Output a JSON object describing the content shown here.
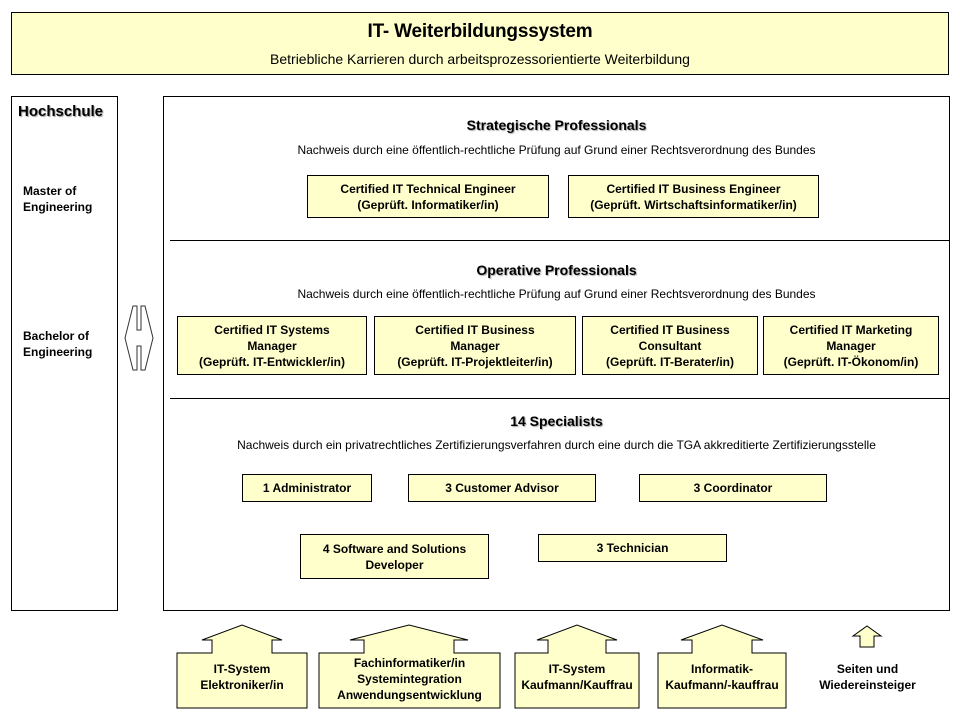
{
  "header": {
    "title": "IT- Weiterbildungssystem",
    "subtitle": "Betriebliche Karrieren durch arbeitsprozessorientierte Weiterbildung"
  },
  "hochschule": {
    "title": "Hochschule",
    "degrees": [
      {
        "line1": "Master of",
        "line2": "Engineering"
      },
      {
        "line1": "Bachelor of",
        "line2": "Engineering"
      }
    ],
    "connector_icon": "double-arrow-icon"
  },
  "sections": {
    "strategic": {
      "title": "Strategische Professionals",
      "subtitle": "Nachweis durch eine öffentlich-rechtliche  Prüfung auf Grund einer Rechtsverordnung  des Bundes",
      "boxes": [
        {
          "line1": "Certified IT Technical Engineer",
          "line2": "(Geprüft. Informatiker/in)"
        },
        {
          "line1": "Certified IT Business  Engineer",
          "line2": "(Geprüft. Wirtschaftsinformatiker/in)"
        }
      ]
    },
    "operative": {
      "title": "Operative Professionals",
      "subtitle": "Nachweis durch eine öffentlich-rechtliche  Prüfung auf Grund einer Rechtsverordnung  des Bundes",
      "boxes": [
        {
          "line1": "Certified IT Systems",
          "line2": "Manager",
          "line3": "(Geprüft. IT-Entwickler/in)"
        },
        {
          "line1": "Certified IT Business",
          "line2": "Manager",
          "line3": "(Geprüft. IT-Projektleiter/in)"
        },
        {
          "line1": "Certified IT Business",
          "line2": "Consultant",
          "line3": "(Geprüft. IT-Berater/in)"
        },
        {
          "line1": "Certified IT Marketing",
          "line2": "Manager",
          "line3": "(Geprüft. IT-Ökonom/in)"
        }
      ]
    },
    "specialists": {
      "title": "14 Specialists",
      "subtitle": "Nachweis durch ein privatrechtliches  Zertifizierungsverfahren  durch eine durch die TGA akkreditierte Zertifizierungsstelle",
      "boxes": [
        {
          "line1": "1 Administrator"
        },
        {
          "line1": "3 Customer  Advisor"
        },
        {
          "line1": "3 Coordinator"
        },
        {
          "line1": "4 Software and Solutions",
          "line2": "Developer"
        },
        {
          "line1": "3 Technician"
        }
      ]
    }
  },
  "entry_paths": [
    {
      "line1": "IT-System",
      "line2": "Elektroniker/in"
    },
    {
      "line1": "Fachinformatiker/in",
      "line2": "Systemintegration",
      "line3": "Anwendungsentwicklung"
    },
    {
      "line1": "IT-System",
      "line2": "Kaufmann/Kauffrau"
    },
    {
      "line1": "Informatik-",
      "line2": "Kaufmann/-kauffrau"
    },
    {
      "line1": "Seiten und",
      "line2": "Wiedereinsteiger"
    }
  ],
  "colors": {
    "box_fill": "#ffffcc",
    "border": "#000000"
  }
}
